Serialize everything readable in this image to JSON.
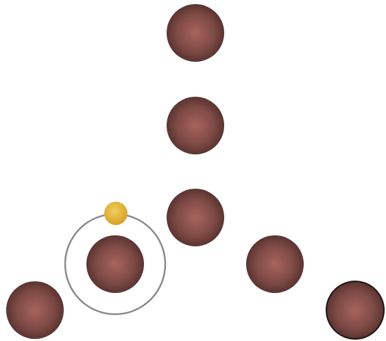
{
  "colors": {
    "background": "#ffffff",
    "ball_center": "#a8645c",
    "ball_mid": "#7e4a45",
    "ball_edge": "#5a3431",
    "selected_outline": "#1e1410",
    "selection_ring": "#8a8a8a",
    "token_center": "#f2cf5b",
    "token_edge": "#d7a12a"
  },
  "board": {
    "balls": [
      {
        "name": "ball-top",
        "selected": false
      },
      {
        "name": "ball-upper-middle",
        "selected": false
      },
      {
        "name": "ball-center",
        "selected": false
      },
      {
        "name": "ball-left-ringed",
        "selected": false
      },
      {
        "name": "ball-right-middle",
        "selected": false
      },
      {
        "name": "ball-bottom-left",
        "selected": false
      },
      {
        "name": "ball-bottom-right",
        "selected": true
      }
    ],
    "ring_around": "ball-left-ringed",
    "token": {
      "name": "gold-token",
      "color_name": "gold"
    }
  }
}
